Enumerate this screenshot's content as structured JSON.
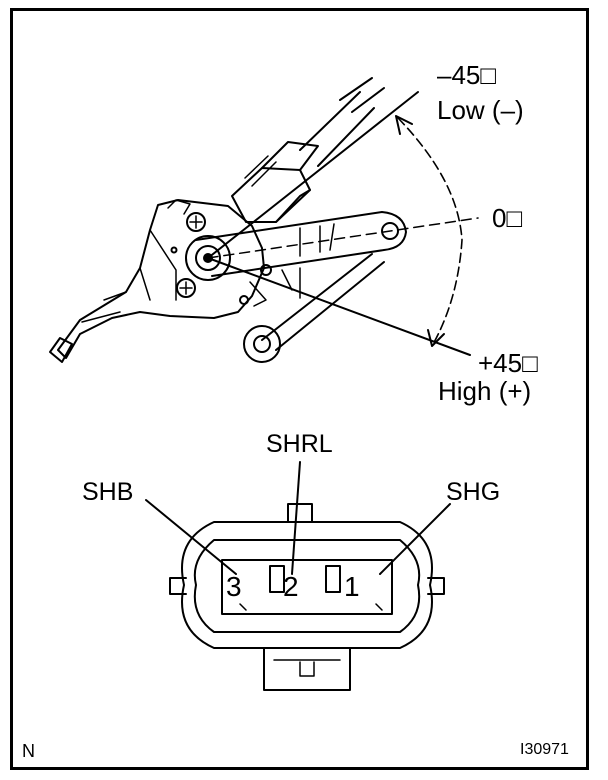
{
  "angles": {
    "low_angle": "–45□",
    "low_label": "Low (–)",
    "zero_angle": "0□",
    "high_angle": "+45□",
    "high_label": "High (+)"
  },
  "connector": {
    "pins": [
      {
        "number": "3",
        "name": "SHB"
      },
      {
        "number": "2",
        "name": "SHRL"
      },
      {
        "number": "1",
        "name": "SHG"
      }
    ]
  },
  "corner_left": "N",
  "figure_id": "I30971"
}
